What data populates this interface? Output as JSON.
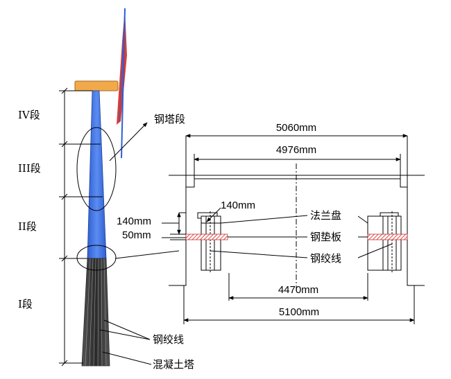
{
  "tower": {
    "sections": [
      {
        "id": "IV",
        "label": "IV段"
      },
      {
        "id": "III",
        "label": "III段"
      },
      {
        "id": "II",
        "label": "II段"
      },
      {
        "id": "I",
        "label": "I段"
      }
    ],
    "callouts": {
      "steel_tower_section": "钢塔段",
      "strand_lower": "钢绞线",
      "concrete_tower": "混凝土塔"
    }
  },
  "detail": {
    "dimensions": {
      "outer_top": "5060mm",
      "inner_top": "4976mm",
      "flange_width": "140mm",
      "left_height": "140mm",
      "pad_thickness": "50mm",
      "inner_bottom": "4470mm",
      "outer_bottom": "5100mm"
    },
    "labels": {
      "flange": "法兰盘",
      "steel_pad": "钢垫板",
      "strand": "钢绞线"
    }
  },
  "colors": {
    "steel_tower": "#3a6fe0",
    "concrete_tower": "#3c3c3c",
    "nacelle": "#f2a94a",
    "blade_red": "#e23b2a",
    "blade_blue": "#2a5fd8",
    "pad_hatch": "#e04848"
  }
}
